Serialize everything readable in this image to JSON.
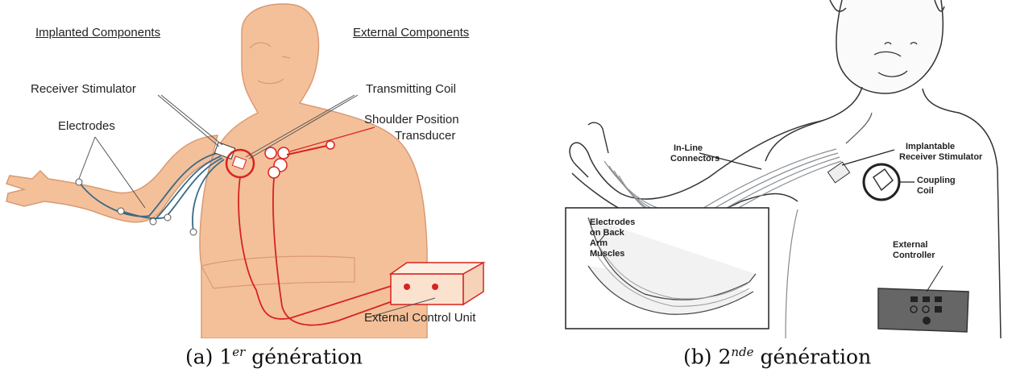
{
  "panel_a": {
    "heading_implanted": "Implanted Components",
    "heading_external": "External Components",
    "labels": {
      "receiver_stimulator": "Receiver Stimulator",
      "electrodes": "Electrodes",
      "transmitting_coil": "Transmitting Coil",
      "shoulder_position_line1": "Shoulder Position",
      "shoulder_position_line2": "Transducer",
      "external_control_unit": "External Control Unit"
    },
    "caption": {
      "prefix": "(a) 1",
      "sup": "er",
      "suffix": " génération"
    }
  },
  "panel_b": {
    "labels": {
      "implantable_line1": "Implantable",
      "implantable_line2": "Receiver Stimulator",
      "in_line_line1": "In-Line",
      "in_line_line2": "Connectors",
      "coupling_line1": "Coupling",
      "coupling_line2": "Coil",
      "electrodes_line1": "Electrodes",
      "electrodes_line2": "on Back",
      "electrodes_line3": "Arm",
      "electrodes_line4": "Muscles",
      "external_line1": "External",
      "external_line2": "Controller"
    },
    "caption": {
      "prefix": "(b) 2",
      "sup": "nde",
      "suffix": " génération"
    }
  },
  "colors": {
    "skin": "#f4c09a",
    "skin_line": "#d99a72",
    "red": "#d8231f",
    "wire": "#9aa7b0",
    "gray": "#555555"
  }
}
